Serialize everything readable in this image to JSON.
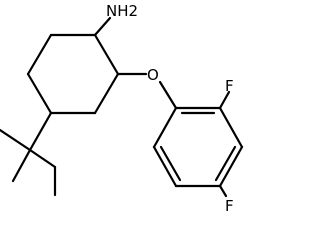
{
  "molecule": {
    "labels": {
      "amine": "NH2",
      "ether_oxygen": "O",
      "fluorine_top": "F",
      "fluorine_bottom": "F"
    },
    "colors": {
      "bond": "#000000",
      "text": "#000000",
      "background": "#ffffff"
    }
  }
}
